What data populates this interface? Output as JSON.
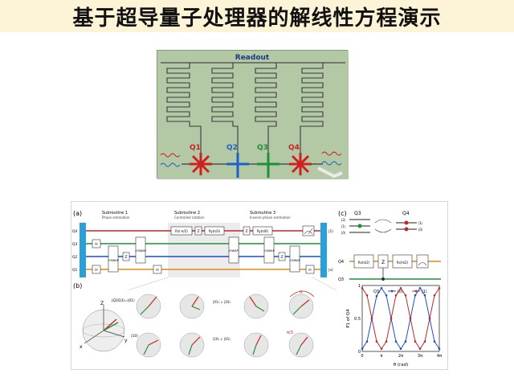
{
  "title": "基于超导量子处理器的解线性方程演示",
  "chip": {
    "readout_label": "Readout",
    "qubits": [
      "Q1",
      "Q2",
      "Q3",
      "Q4"
    ],
    "colors": {
      "q1": "#d02020",
      "q2": "#1f5fc8",
      "q3": "#1f8f3a",
      "q4": "#d02020",
      "resonator": "#2b2b2b"
    }
  },
  "figure": {
    "panel_labels": [
      "(a)",
      "(b)",
      "(c)"
    ],
    "subroutines": [
      {
        "name": "Subroutine 1",
        "desc": "Phase estimation"
      },
      {
        "name": "Subroutine 2",
        "desc": "Controlled rotation"
      },
      {
        "name": "Subroutine 3",
        "desc": "Inverse phase estimation"
      }
    ],
    "circuit_rows": [
      "Q4",
      "Q3",
      "Q2",
      "Q1"
    ],
    "gates": {
      "h": "H",
      "rz1": "Rz(-π/2)",
      "z": "Z",
      "ry1": "Ry(π/3)",
      "ry2": "Ry(π/3)",
      "ry3": "Ry(π/6)",
      "rootswap": "√iSWAP",
      "iswap": "iSWAP",
      "out_top": "|1⟩",
      "out_bottom": "|x⟩"
    },
    "bloch": {
      "state_label": "|Q2Q3⟩=|01⟩",
      "state_10": "|10⟩",
      "arrow_top": "|01⟩ ↓ |10⟩",
      "arrow_bottom": "|10⟩ ↓ |01⟩",
      "pi": "π",
      "pi3": "π/3",
      "axes": {
        "z": "Z",
        "x": "x",
        "y": "y"
      }
    },
    "panel_c": {
      "q3_label": "Q3",
      "q4_label": "Q4",
      "levels_left": [
        "|2⟩",
        "|1⟩",
        "|0⟩"
      ],
      "levels_right": [
        "|1⟩",
        "|0⟩"
      ],
      "gate_rx1": "Rx(π/2)",
      "gate_z": "Z",
      "gate_rx2": "Rx(π/2)",
      "q4_row": "Q4",
      "q3_row": "Q3"
    }
  },
  "chart_data": {
    "type": "line",
    "xlabel": "θ (rad)",
    "ylabel": "P1 of Q4",
    "xlim": [
      0,
      12.566
    ],
    "ylim": [
      0,
      1
    ],
    "xticks": [
      "0",
      "π",
      "2π",
      "3π",
      "4π"
    ],
    "yticks": [
      "0",
      "0.5",
      "1"
    ],
    "legend_title": "Q3:",
    "series": [
      {
        "name": "|0⟩",
        "color": "#1f4fbf",
        "x": [
          0,
          0.785,
          1.571,
          2.356,
          3.142,
          3.927,
          4.712,
          5.498,
          6.283,
          7.069,
          7.854,
          8.639,
          9.425,
          10.21,
          10.996,
          11.781,
          12.566
        ],
        "y": [
          0.04,
          0.15,
          0.5,
          0.84,
          0.96,
          0.85,
          0.5,
          0.15,
          0.04,
          0.15,
          0.5,
          0.85,
          0.96,
          0.85,
          0.5,
          0.15,
          0.04
        ]
      },
      {
        "name": "|1⟩",
        "color": "#c0282a",
        "x": [
          0,
          0.785,
          1.571,
          2.356,
          3.142,
          3.927,
          4.712,
          5.498,
          6.283,
          7.069,
          7.854,
          8.639,
          9.425,
          10.21,
          10.996,
          11.781,
          12.566
        ],
        "y": [
          0.96,
          0.85,
          0.5,
          0.15,
          0.04,
          0.15,
          0.5,
          0.85,
          0.96,
          0.85,
          0.5,
          0.15,
          0.04,
          0.15,
          0.5,
          0.85,
          0.96
        ]
      }
    ]
  }
}
